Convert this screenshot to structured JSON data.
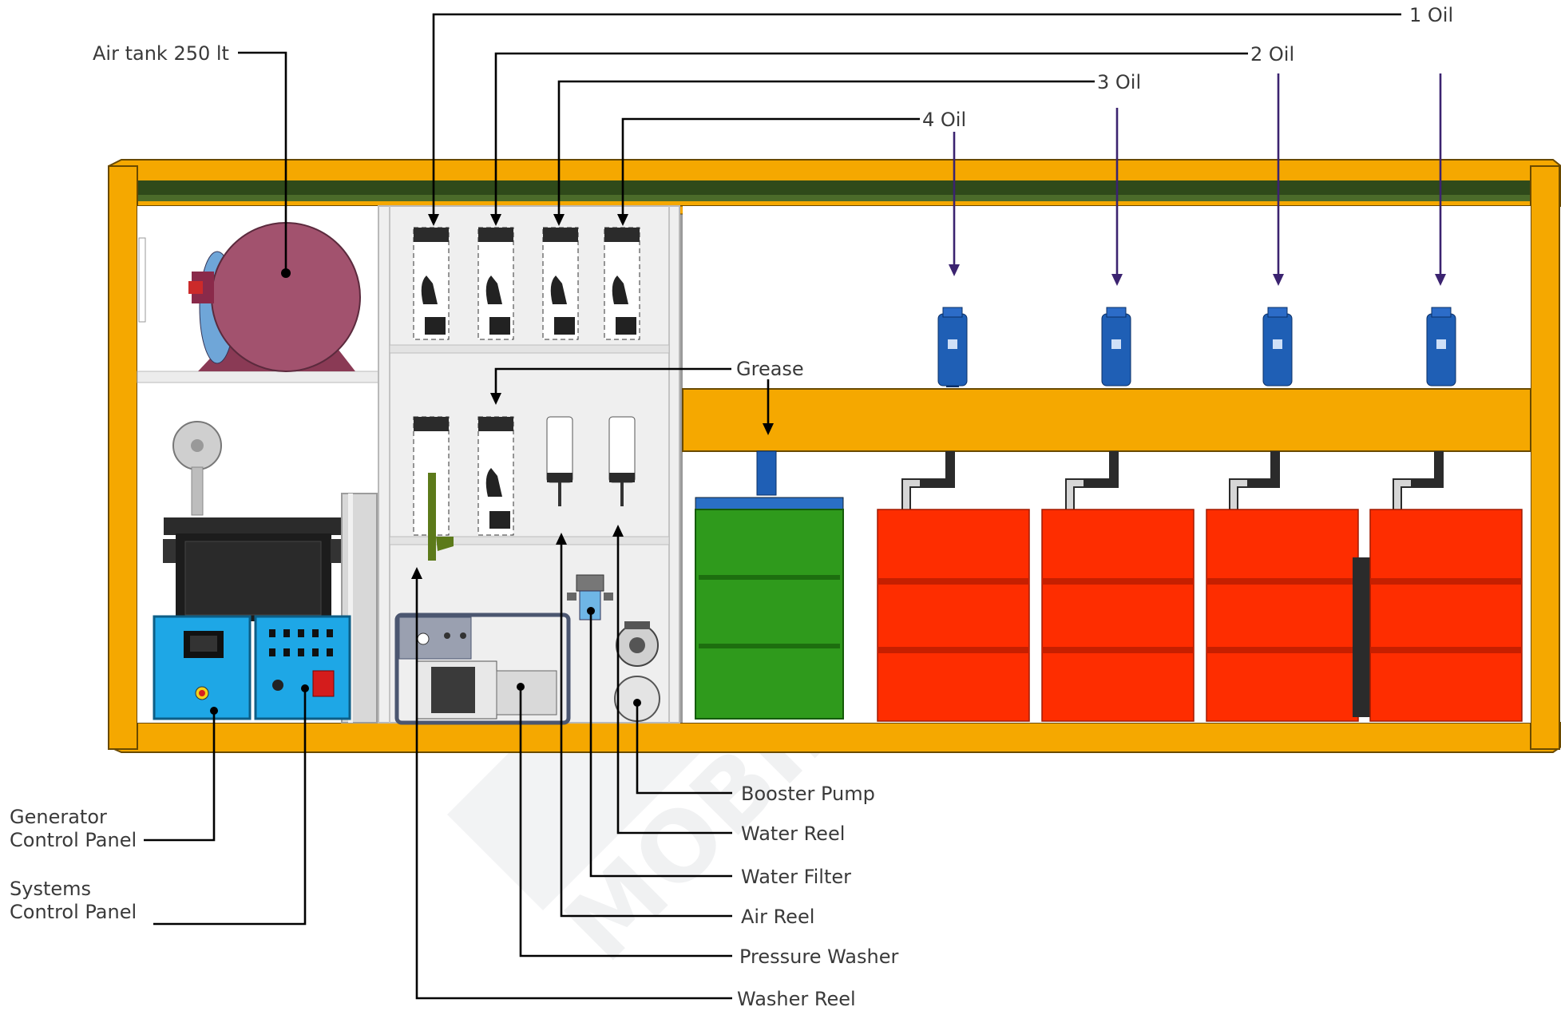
{
  "labels": {
    "oil_1": "1 Oil",
    "oil_2": "2 Oil",
    "oil_3": "3 Oil",
    "oil_4": "4 Oil",
    "air_tank": "Air tank 250 lt",
    "grease": "Grease",
    "generator_panel_line1": "Generator",
    "generator_panel_line2": "Control Panel",
    "systems_panel_line1": "Systems",
    "systems_panel_line2": "Control Panel",
    "booster_pump": "Booster Pump",
    "water_reel": "Water Reel",
    "water_filter": "Water Filter",
    "air_reel": "Air Reel",
    "pressure_washer": "Pressure Washer",
    "washer_reel": "Washer Reel"
  },
  "watermark": "MOBILE SYSTEMS",
  "colors": {
    "frame": "#f5a800",
    "oil_drum": "#fe2d00",
    "grease_drum": "#2f9a1c",
    "air_tank": "#a2526e",
    "pump": "#1f5fb5",
    "control_panel": "#1ea7e6",
    "leader_oil": "#3b2370"
  }
}
